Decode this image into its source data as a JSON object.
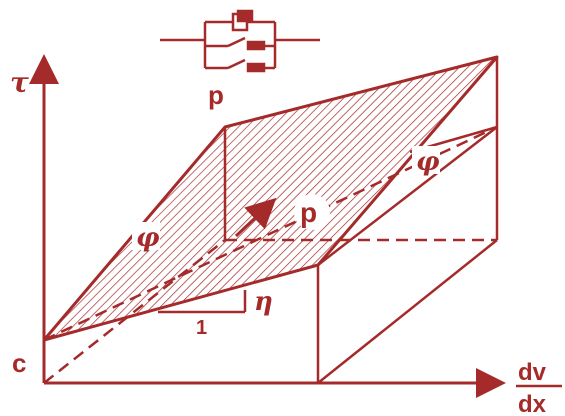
{
  "figure": {
    "axis_y_label": "τ",
    "axis_x_label_top": "dv",
    "axis_x_label_bottom": "dx",
    "intercept_label": "c",
    "plasticity_label": "p",
    "viscosity_label": "η",
    "slope_run_label": "1",
    "friction_angle_label_left": "φ",
    "friction_angle_label_right": "φ",
    "pressure_label": "p",
    "rheological_model_label": "p"
  },
  "colors": {
    "ink": "#a52a2a",
    "hatch": "#a52a2a",
    "background": "#ffffff"
  }
}
